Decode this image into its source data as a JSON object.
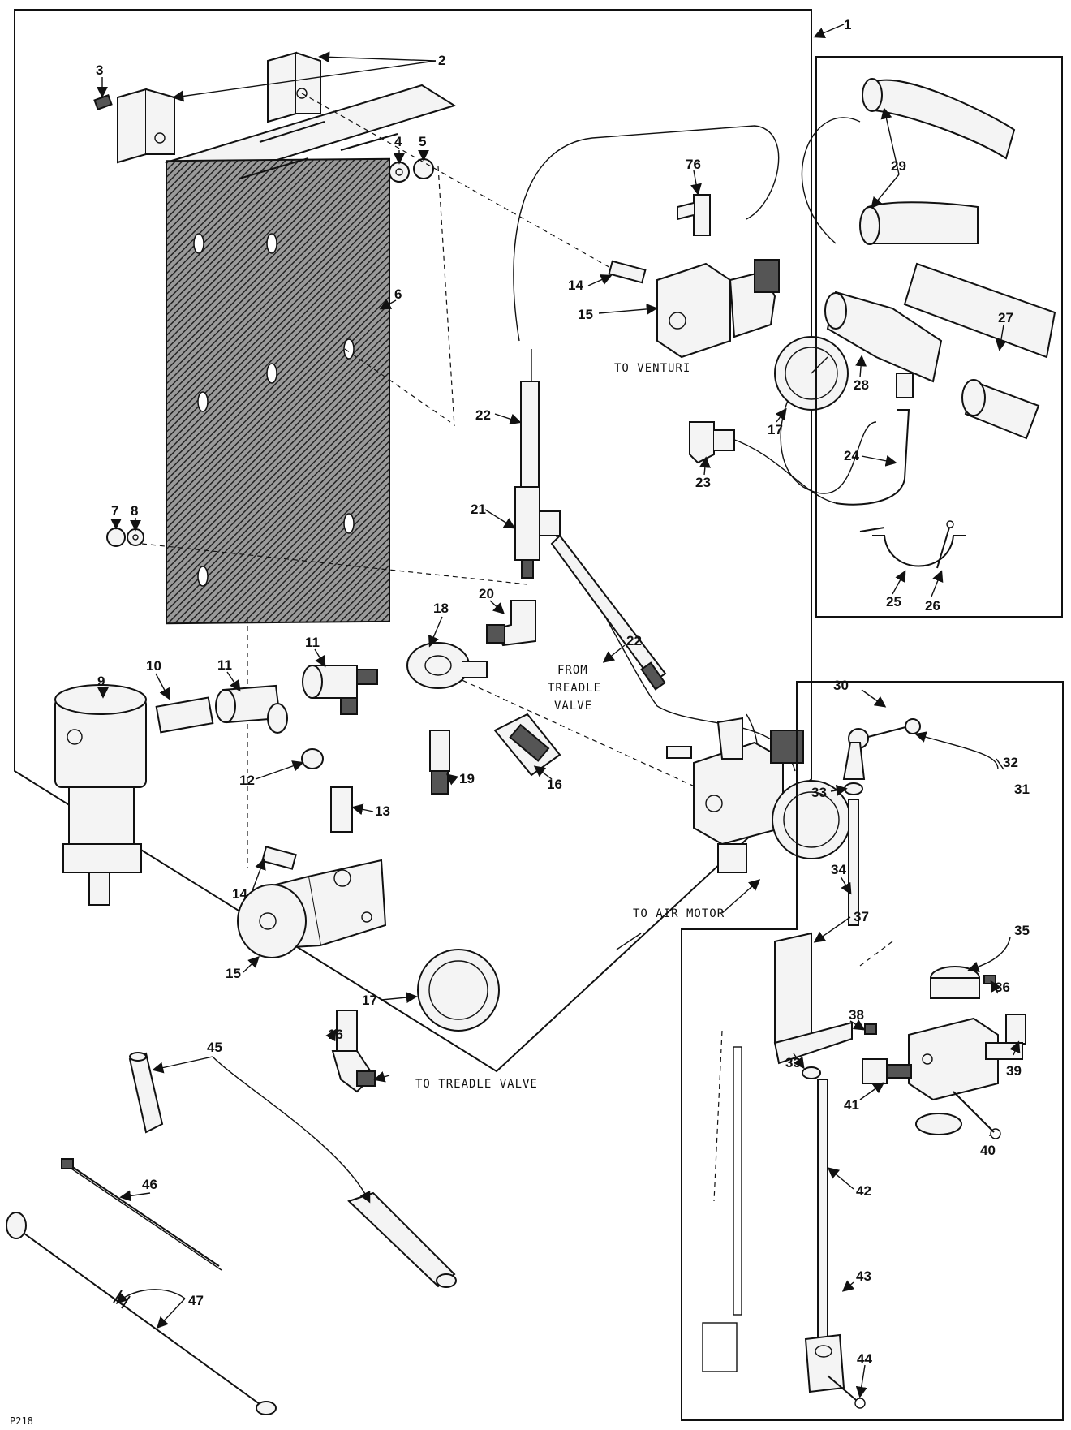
{
  "callouts": {
    "c1": "1",
    "c2": "2",
    "c3": "3",
    "c4": "4",
    "c5": "5",
    "c6": "6",
    "c7": "7",
    "c8": "8",
    "c9": "9",
    "c10": "10",
    "c11a": "11",
    "c11b": "11",
    "c12": "12",
    "c13": "13",
    "c14a": "14",
    "c14b": "14",
    "c15a": "15",
    "c15b": "15",
    "c16a": "16",
    "c16b": "16",
    "c17a": "17",
    "c17b": "17",
    "c18": "18",
    "c19": "19",
    "c20": "20",
    "c21": "21",
    "c22a": "22",
    "c22b": "22",
    "c23": "23",
    "c24": "24",
    "c25": "25",
    "c26": "26",
    "c27": "27",
    "c28": "28",
    "c29": "29",
    "c30": "30",
    "c31": "31",
    "c32": "32",
    "c33a": "33",
    "c33b": "33",
    "c34": "34",
    "c35": "35",
    "c36": "36",
    "c37": "37",
    "c38": "38",
    "c39": "39",
    "c40": "40",
    "c41": "41",
    "c42": "42",
    "c43": "43",
    "c44": "44",
    "c45": "45",
    "c46": "46",
    "c47": "47",
    "c76": "76"
  },
  "notes": {
    "to_venturi": "TO VENTURI",
    "from_line1": "FROM",
    "from_line2": "TREADLE",
    "from_line3": "VALVE",
    "to_air_motor": "TO AIR MOTOR",
    "to_treadle_valve": "TO TREADLE VALVE"
  },
  "figure_ref": "P218"
}
